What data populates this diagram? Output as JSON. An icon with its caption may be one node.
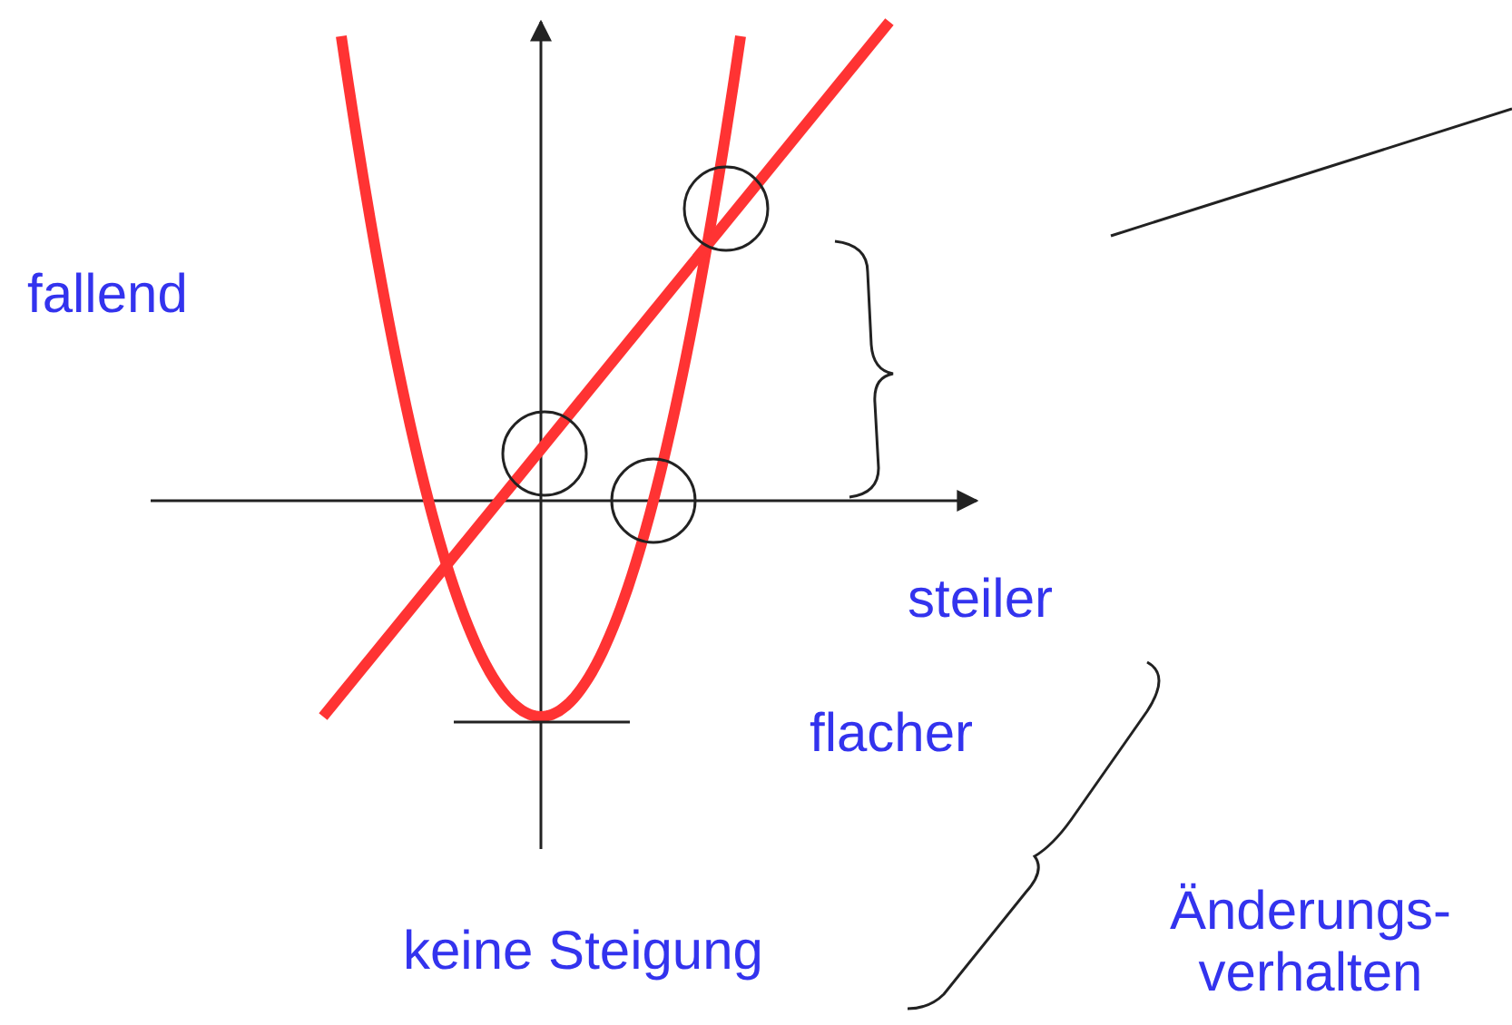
{
  "diagram": {
    "labels": [
      "fallend",
      "steiler",
      "flacher",
      "keine Steigung",
      "Änderungs- verhalten"
    ]
  }
}
